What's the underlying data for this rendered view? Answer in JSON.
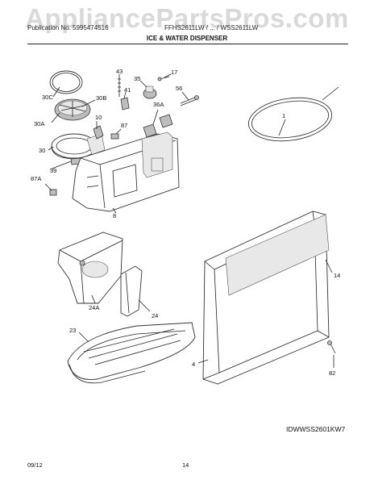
{
  "watermark": "AppliancePartsPros.com",
  "header": {
    "left": "Publication No. 5995474516",
    "right": "FFHS2611LW / ... / WSS2611LW"
  },
  "title": "ICE & WATER DISPENSER",
  "model_code": "IDWWSS2601KW7",
  "footer": {
    "date": "09/12",
    "page": "14"
  },
  "callouts": {
    "c1": "1",
    "c4": "4",
    "c8": "8",
    "c10": "10",
    "c14": "14",
    "c17": "17",
    "c23": "23",
    "c24": "24",
    "c24a": "24A",
    "c30": "30",
    "c30a": "30A",
    "c30b": "30B",
    "c30c": "30C",
    "c35": "35",
    "c36a": "36A",
    "c39": "39",
    "c41": "41",
    "c43": "43",
    "c56": "56",
    "c82": "82",
    "c87": "87",
    "c87a": "87A"
  }
}
